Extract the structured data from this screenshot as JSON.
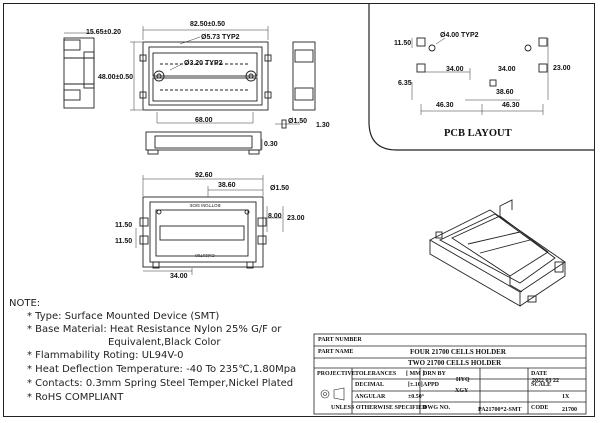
{
  "drawing": {
    "top_view": {
      "dims": {
        "overall_length": "82.50±0.50",
        "overall_width": "48.00±0.50",
        "side_height": "15.65±0.20",
        "hole_large": "Ø5.73 TYP2",
        "hole_small": "Ø3.20 TYP2",
        "inner_length": "68.00",
        "pin_dia": "Ø1.50",
        "pin_len": "1.30",
        "pin_thk": "0.30"
      }
    },
    "bottom_view": {
      "dims": {
        "length": "92.60",
        "pin_spacing": "38.60",
        "hole": "Ø1.50",
        "pad_width": "8.00",
        "height": "23.00",
        "offset_top": "11.50",
        "offset_bottom": "11.50",
        "pad_offset": "34.00"
      },
      "label_text": "Ctrl21700 BOTTOM SIDE"
    },
    "pcb_layout": {
      "title": "PCB LAYOUT",
      "dims": {
        "hole": "Ø4.00 TYP2",
        "top_offset": "11.50",
        "pad_gap": "34.00",
        "right_height": "23.00",
        "left_small": "6.35",
        "center_span": "38.60",
        "half_left": "46.30",
        "half_right": "46.30"
      }
    },
    "notes": {
      "header": "NOTE:",
      "items": [
        "* Type: Surface Mounted Device (SMT)",
        "* Base Material: Heat Resistance Nylon 25% G/F or",
        "Equivalent,Black Color",
        "* Flammability Roting: UL94V-0",
        "* Heat Deflection Temperature: -40 To 235℃,1.80Mpa",
        "* Contacts: 0.3mm Spring Steel Temper,Nickel Plated",
        "* RoHS COMPLIANT"
      ]
    },
    "title_block": {
      "part_number_label": "PART NUMBER",
      "part_name_label": "PART NAME",
      "part_name_value": "FOUR 21700 CELLS HOLDER",
      "description": "TWO 21700 CELLS HOLDER",
      "projection_label": "PROJECTIVE",
      "tolerances_label": "TOLERANCES",
      "tolerances_unit": "[ MM ]",
      "decimal_label": "DECIMAL",
      "decimal_value": "[±.10]",
      "angular_label": "ANGULAR",
      "angular_value": "±0.50°",
      "unless_label": "UNLESS OTHERWISE SPECIFIED",
      "drn_by_label": "DRN BY",
      "drn_by_value": "HYQ",
      "appd_label": "APPD",
      "appd_value": "XGY",
      "dwg_no_label": "DWG NO.",
      "dwg_no_value": "PA21700*2-SMT",
      "date_label": "DATE",
      "date_value": "2022 03 22",
      "scale_label": "SCALE",
      "scale_value": "1X",
      "code_label": "CODE",
      "code_value": "21700"
    }
  }
}
